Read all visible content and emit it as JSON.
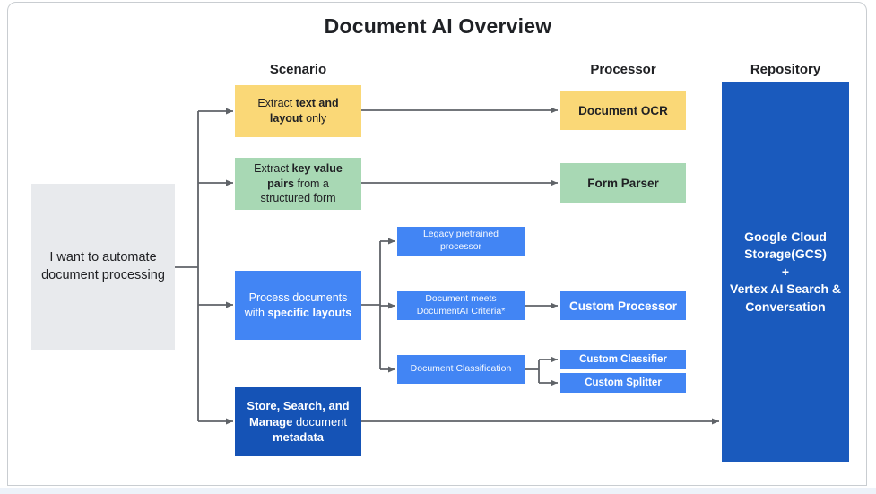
{
  "title": "Document AI Overview",
  "columns": {
    "scenario": "Scenario",
    "processor": "Processor",
    "repository": "Repository"
  },
  "root": {
    "label": "I want to automate document processing"
  },
  "scenarios": {
    "extract_text": {
      "pre": "Extract ",
      "bold": "text and layout",
      "post": " only"
    },
    "extract_pairs": {
      "pre": "Extract ",
      "bold": "key value pairs",
      "post": " from a structured form"
    },
    "specific_layouts": {
      "pre": "Process documents with ",
      "bold": "specific layouts",
      "post": ""
    },
    "store_metadata": {
      "bold1": "Store, Search, and Manage",
      "mid": " document ",
      "bold2": "metadata"
    }
  },
  "branches": {
    "legacy": "Legacy pretrained processor",
    "criteria": "Document meets DocumentAI Criteria*",
    "classification": "Document Classification"
  },
  "processors": {
    "ocr": "Document OCR",
    "form_parser": "Form Parser",
    "custom_processor": "Custom Processor",
    "custom_classifier": "Custom Classifier",
    "custom_splitter": "Custom Splitter"
  },
  "repository": {
    "text": "Google Cloud Storage(GCS)\n+\nVertex AI Search & Conversation"
  },
  "colors": {
    "yellow": "#FAD877",
    "green": "#A8D8B4",
    "blue": "#4285F4",
    "dark_blue": "#1553B6",
    "repository_blue": "#1A5ABD",
    "gray": "#E8EAED",
    "arrow_gray": "#5F6368"
  }
}
